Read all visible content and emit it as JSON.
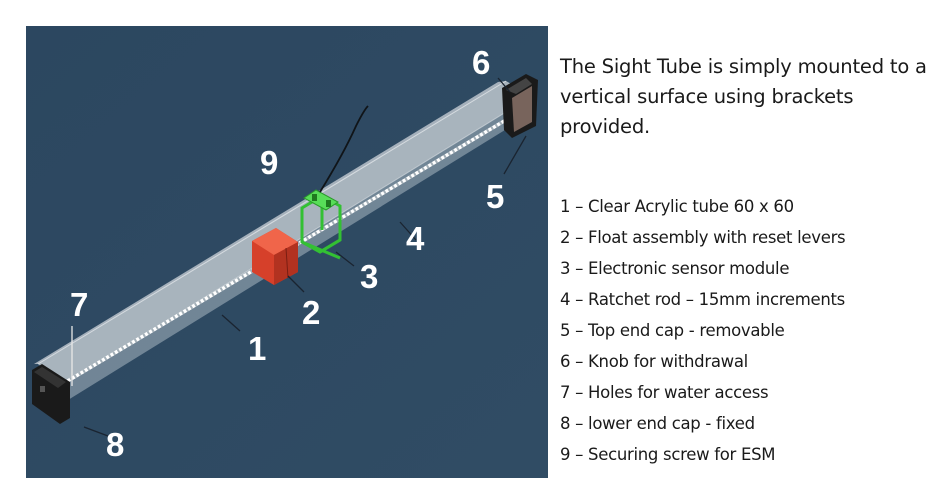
{
  "intro_text": "The Sight Tube is simply mounted to a vertical surface using brackets provided.",
  "legend": [
    {
      "number": "1",
      "text": "1 – Clear Acrylic tube 60 x 60"
    },
    {
      "number": "2",
      "text": "2 – Float assembly with reset levers"
    },
    {
      "number": "3",
      "text": "3 – Electronic sensor module"
    },
    {
      "number": "4",
      "text": "4 – Ratchet rod – 15mm increments"
    },
    {
      "number": "5",
      "text": "5 – Top end cap - removable"
    },
    {
      "number": "6",
      "text": "6 – Knob for withdrawal"
    },
    {
      "number": "7",
      "text": "7 – Holes for water access"
    },
    {
      "number": "8",
      "text": "8 – lower end cap - fixed"
    },
    {
      "number": "9",
      "text": "9 – Securing screw for ESM"
    }
  ],
  "callouts": {
    "n1": "1",
    "n2": "2",
    "n3": "3",
    "n4": "4",
    "n5": "5",
    "n6": "6",
    "n7": "7",
    "n8": "8",
    "n9": "9"
  },
  "colors": {
    "background": "#2e4a62",
    "tube": "#b9c2c8",
    "float": "#e0452c",
    "sensor": "#3cc63c",
    "end_cap": "#1c1c1c",
    "text": "#1a1a1a"
  }
}
